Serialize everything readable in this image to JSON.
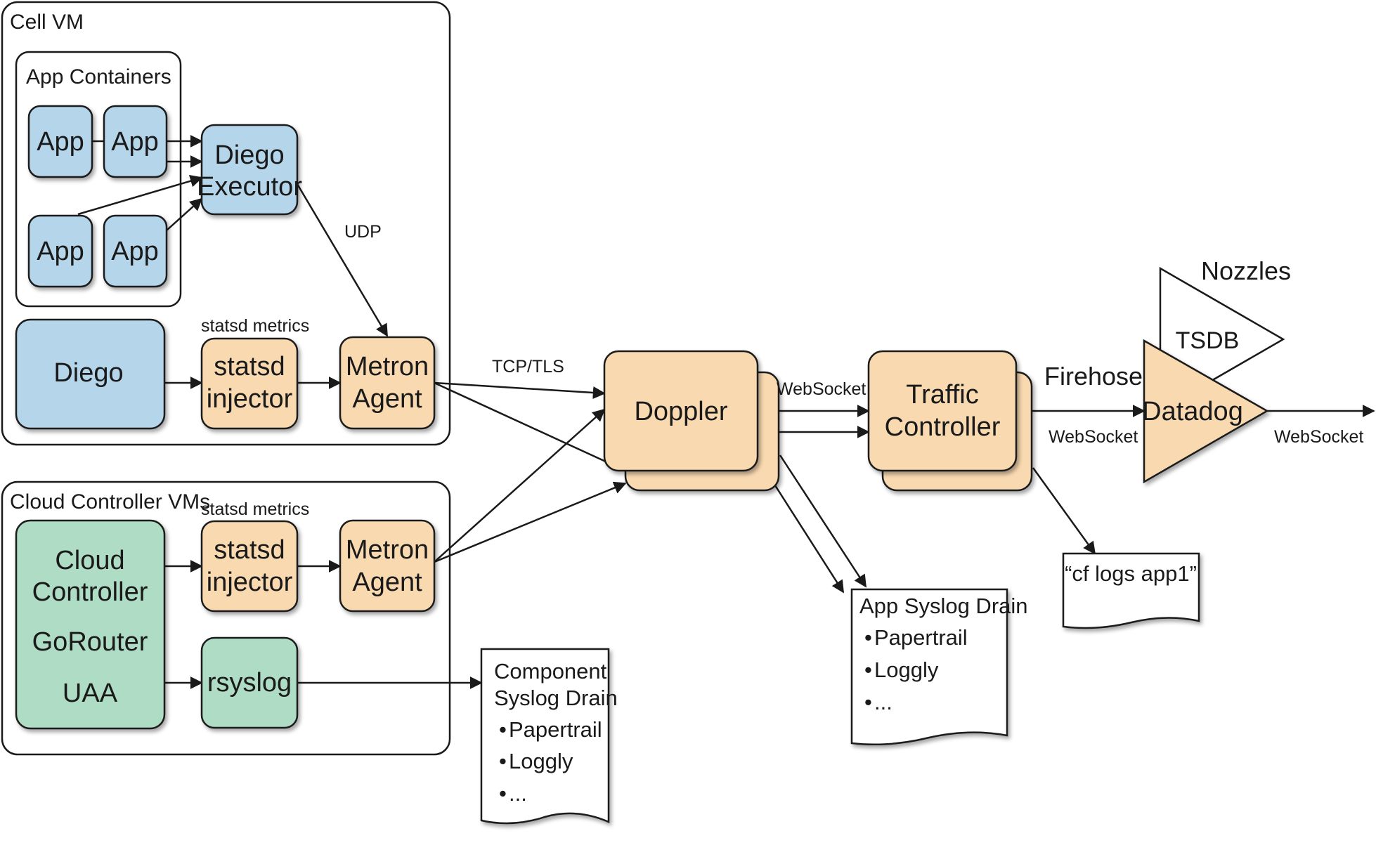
{
  "groups": {
    "cell_vm": "Cell VM",
    "app_containers": "App Containers",
    "cloud_controller_vms": "Cloud Controller VMs"
  },
  "nodes": {
    "app": "App",
    "diego_executor": [
      "Diego",
      "Executor"
    ],
    "diego": "Diego",
    "statsd_injector": [
      "statsd",
      "injector"
    ],
    "metron_agent": [
      "Metron",
      "Agent"
    ],
    "cloud_controller": [
      "Cloud",
      "Controller"
    ],
    "gorouter": "GoRouter",
    "uaa": "UAA",
    "rsyslog": "rsyslog",
    "doppler": "Doppler",
    "traffic_controller": [
      "Traffic",
      "Controller"
    ],
    "datadog": "Datadog",
    "tsdb": "TSDB",
    "nozzles": "Nozzles"
  },
  "labels": {
    "udp": "UDP",
    "statsd_metrics": "statsd metrics",
    "tcp_tls": "TCP/TLS",
    "websocket": "WebSocket",
    "firehose": "Firehose"
  },
  "documents": {
    "component_syslog": {
      "title": [
        "Component",
        "Syslog Drain"
      ],
      "items": [
        "Papertrail",
        "Loggly",
        "..."
      ]
    },
    "app_syslog": {
      "title": "App Syslog Drain",
      "items": [
        "Papertrail",
        "Loggly",
        "..."
      ]
    },
    "cf_logs": "“cf logs app1”"
  },
  "bullet": "•",
  "colors": {
    "blue": "#b4d5ea",
    "orange": "#f9d9b0",
    "green": "#afdcc5",
    "stroke": "#1a1a1a"
  }
}
